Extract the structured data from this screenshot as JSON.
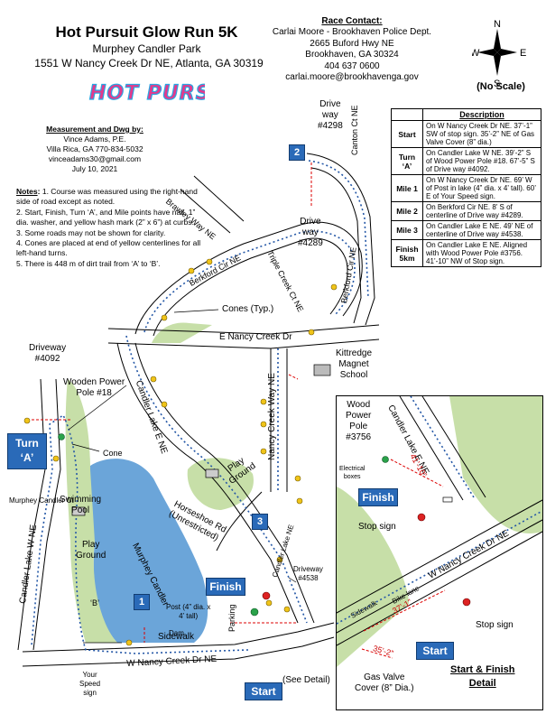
{
  "header": {
    "title": "Hot Pursuit Glow Run 5K",
    "park": "Murphey Candler Park",
    "address": "1551 W Nancy Creek Dr NE, Atlanta, GA 30319",
    "logo_text": "HOT PURSUIT"
  },
  "measured": {
    "heading": "Measurement and Dwg by:",
    "name": "Vince Adams, P.E.",
    "phone": "Villa Rica, GA  770-834-5032",
    "email": "vinceadams30@gmail.com",
    "date": "July 10, 2021"
  },
  "notes": {
    "heading": "Notes",
    "items": [
      "1. Course was measured using the right-hand side of road except as noted.",
      "2. Start, Finish, Turn ‘A’, and Mile points have nail, 1” dia. washer, and yellow hash mark (2” x 6”) at curbs.",
      "3. Some roads may not be shown for clarity.",
      "4. Cones are placed at end of yellow centerlines for all left-hand turns.",
      "5. There is 448 m of dirt trail from ‘A’ to ‘B’."
    ]
  },
  "contact": {
    "heading": "Race Contact:",
    "line1": "Carlai Moore - Brookhaven Police Dept.",
    "line2": "2665 Buford Hwy NE",
    "line3": "Brookhaven, GA 30324",
    "phone": "404 637 0600",
    "email": "carlai.moore@brookhavenga.gov"
  },
  "compass": {
    "n": "N",
    "s": "S",
    "e": "E",
    "w": "W"
  },
  "no_scale": "(No Scale)",
  "table": {
    "header": "Description",
    "rows": [
      {
        "key": "Start",
        "text": "On W Nancy Creek Dr NE. 37’-1” SW of stop sign. 35’-2” NE of Gas Valve Cover (8” dia.)"
      },
      {
        "key": "Turn ‘A’",
        "text": "On Candler Lake W NE. 39’-2” S of Wood Power Pole #18. 67’-5” S of Drive way #4092."
      },
      {
        "key": "Mile 1",
        "text": "On W Nancy Creek Dr NE. 69’ W of Post in lake (4” dia. x 4’ tall). 60’ E of Your Speed sign."
      },
      {
        "key": "Mile 2",
        "text": "On Berkford Cir NE. 8’ S of centerline of Drive way #4289."
      },
      {
        "key": "Mile 3",
        "text": "On Candler Lake E NE. 49’ NE of centerline of Drive way #4538."
      },
      {
        "key": "Finish 5km",
        "text": "On Candler Lake E NE. Aligned with Wood Power Pole #3756. 41’-10” NW of Stop sign."
      }
    ]
  },
  "map": {
    "streets": {
      "brawley": "Brawley Way NE",
      "berkford": "Berkford Cir NE",
      "berkford2": "Berkford Cir NE",
      "triple": "Triple Creek Ct NE",
      "canton": "Canton Ct NE",
      "enancy": "E Nancy Creek Dr",
      "wnancy": "W Nancy Creek Dr NE",
      "candler_e": "Candler Lake E NE",
      "candler_e2": "Candler Lake NE",
      "candler_w": "Candler Lake W NE",
      "nancy_way": "Nancy Creek Way NE",
      "horseshoe": "Horseshoe Rd",
      "unrestricted": "(Unrestricted)",
      "murphey_ct": "Murphey Candler Ct",
      "sidewalk": "Sidewalk",
      "dam": "Dam",
      "parking": "Parking",
      "lake": "Murphey Candler"
    },
    "labels": {
      "drive4298_a": "Drive",
      "drive4298_b": "way",
      "drive4298_c": "#4298",
      "drive4289_a": "Drive",
      "drive4289_b": "way",
      "drive4289_c": "#4289",
      "cones": "Cones (Typ.)",
      "kittredge_a": "Kittredge",
      "kittredge_b": "Magnet",
      "kittredge_c": "School",
      "driveway4092_a": "Driveway",
      "driveway4092_b": "#4092",
      "pole18_a": "Wooden Power",
      "pole18_b": "Pole #18",
      "cone": "Cone",
      "pool_a": "Swimming",
      "pool_b": "Pool",
      "playground_a": "Play",
      "playground_b": "Ground",
      "playground2_a": "Play",
      "playground2_b": "Ground",
      "b_mark": "‘B’",
      "post_a": "Post (4” dia. x",
      "post_b": "4’ tall)",
      "driveway4538_a": "Driveway",
      "driveway4538_b": "#4538",
      "speed_a": "Your",
      "speed_b": "Speed",
      "speed_c": "sign",
      "see_detail": "(See Detail)"
    },
    "badges": {
      "m1": "1",
      "m2": "2",
      "m3": "3",
      "turn_a": "Turn",
      "turn_b": "‘A’",
      "finish": "Finish",
      "start": "Start"
    }
  },
  "detail": {
    "pole_a": "Wood",
    "pole_b": "Power",
    "pole_c": "Pole",
    "pole_d": "#3756",
    "street_candler": "Candler Lake E NE",
    "street_wnancy": "W Nancy Creek Dr NE",
    "electrical_a": "Electrical",
    "electrical_b": "boxes",
    "finish": "Finish",
    "start": "Start",
    "dim_41": "41’-10”",
    "dim_37": "37’-1”",
    "dim_35": "35’-2”",
    "stop1": "Stop sign",
    "stop2": "Stop sign",
    "sidewalk": "Sidewalk",
    "bike": "Bike lane",
    "gas_a": "Gas Valve",
    "gas_b": "Cover (8” Dia.)",
    "title_a": "Start & Finish",
    "title_b": "Detail"
  }
}
